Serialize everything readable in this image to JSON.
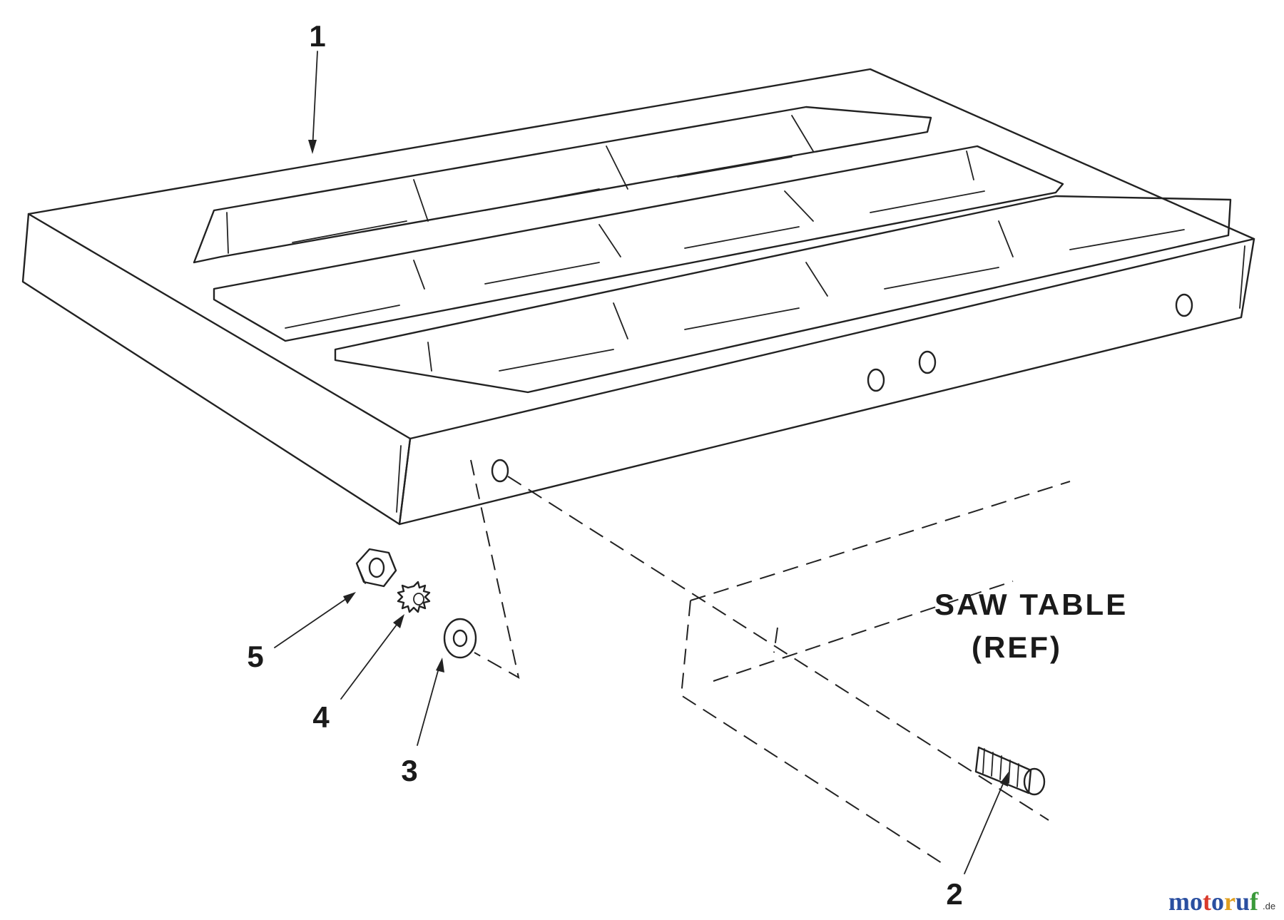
{
  "labels": {
    "part_1": "1",
    "part_2": "2",
    "part_3": "3",
    "part_4": "4",
    "part_5": "5",
    "saw_table_line1": "SAW TABLE",
    "saw_table_line2": "(REF)"
  },
  "watermark": {
    "text": "motoruf",
    "suffix": ".de",
    "colors": [
      "#2a4fa0",
      "#2a4fa0",
      "#d93a2b",
      "#2a4fa0",
      "#e0a020",
      "#2a4fa0",
      "#3a9a3a"
    ]
  }
}
